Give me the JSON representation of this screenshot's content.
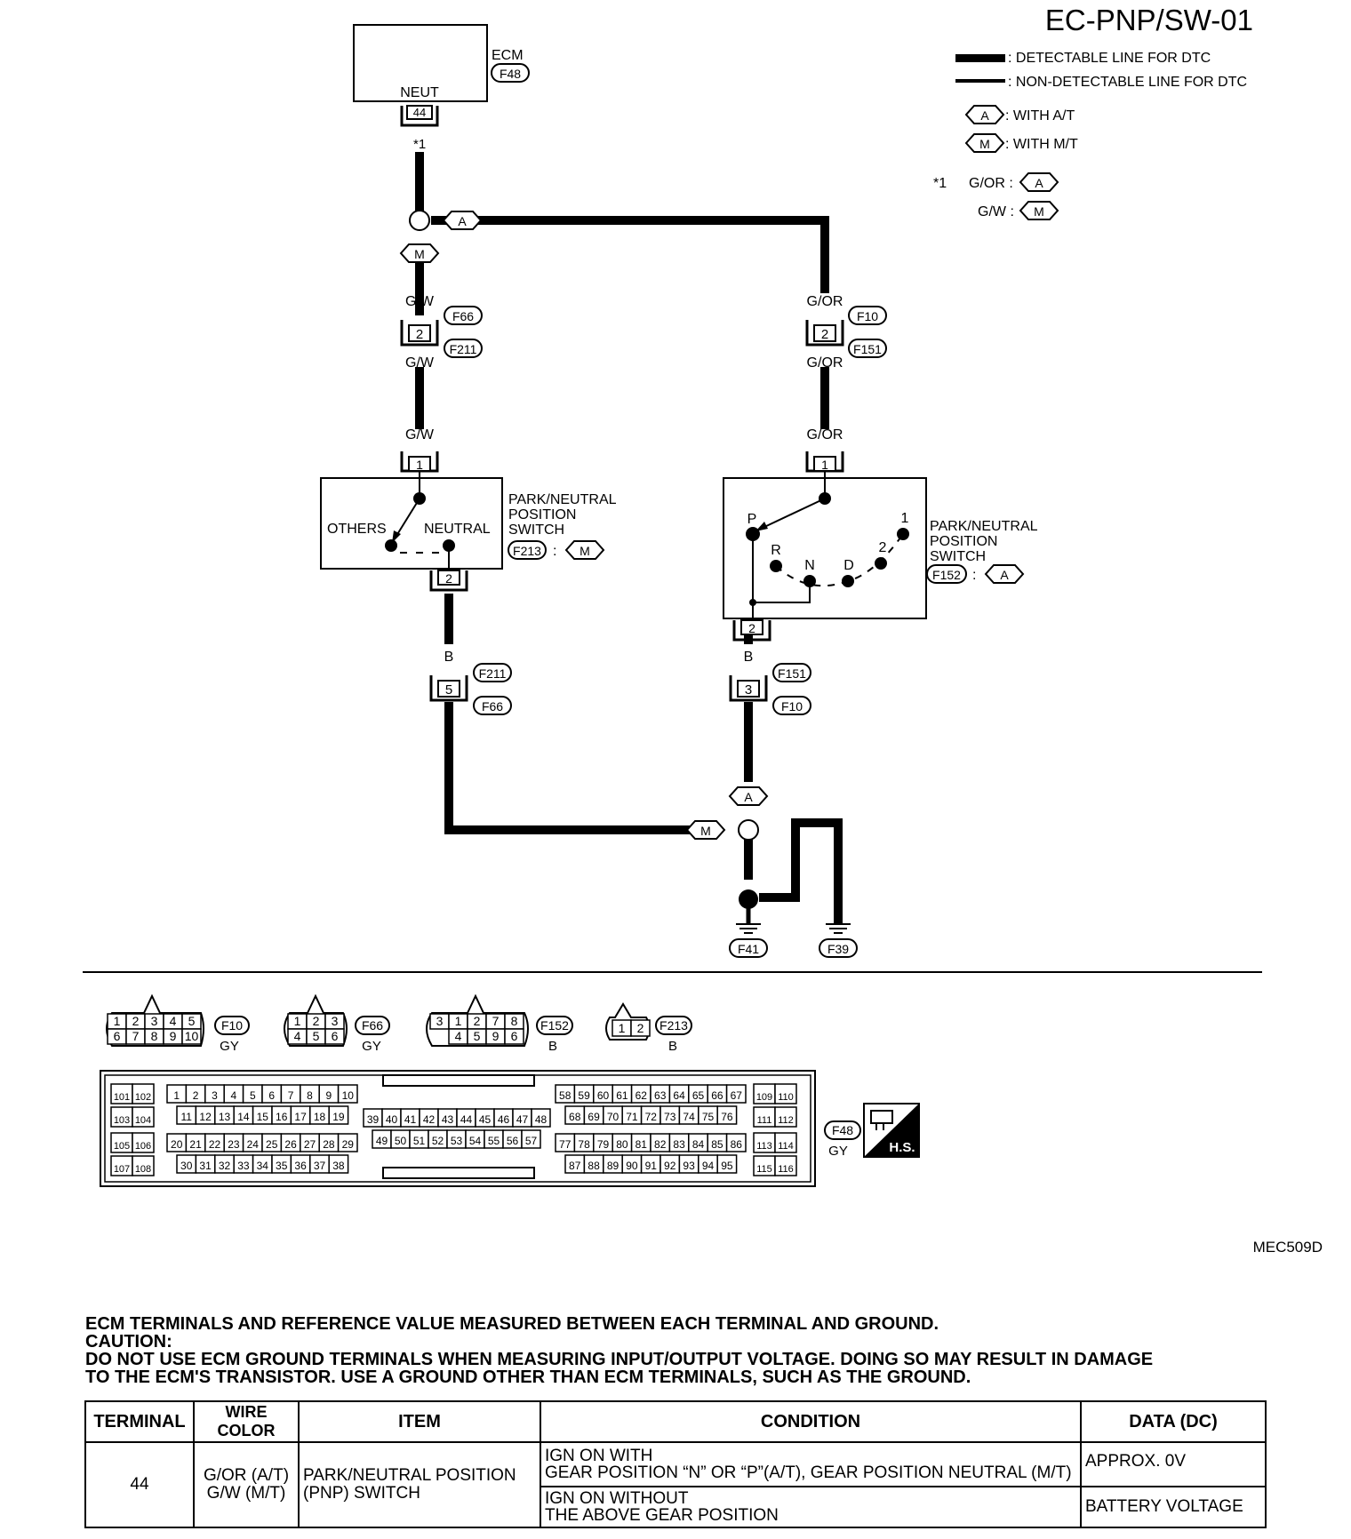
{
  "diagram": {
    "title": "EC-PNP/SW-01",
    "legend": {
      "detectable": ": DETECTABLE LINE FOR DTC",
      "non_detectable": ": NON-DETECTABLE LINE FOR DTC",
      "with_at_tag": "A",
      "with_at": ": WITH A/T",
      "with_mt_tag": "M",
      "with_mt": ": WITH M/T",
      "note_mark": "*1",
      "note_at": "G/OR :",
      "note_mt": "G/W :"
    },
    "ecm": {
      "label": "ECM",
      "connector": "F48",
      "pin_label": "NEUT",
      "pin": "44",
      "note": "*1"
    },
    "tags": {
      "a": "A",
      "m": "M"
    },
    "left": {
      "wire_gw": "G/W",
      "wire_b": "B",
      "conn_upper": "F66",
      "conn_upper2": "F211",
      "pin_upper": "2",
      "pin_switch_in": "1",
      "pin_switch_out": "2",
      "conn_lower": "F211",
      "conn_lower2": "F66",
      "pin_lower": "5",
      "switch_others": "OTHERS",
      "switch_neutral": "NEUTRAL",
      "switch_name_1": "PARK/NEUTRAL",
      "switch_name_2": "POSITION",
      "switch_name_3": "SWITCH",
      "switch_conn": "F213",
      "colon": ":"
    },
    "right": {
      "wire_gor": "G/OR",
      "wire_b": "B",
      "conn_upper": "F10",
      "conn_upper2": "F151",
      "pin_upper": "2",
      "pin_switch_in": "1",
      "pin_switch_out": "2",
      "conn_lower": "F151",
      "conn_lower2": "F10",
      "pin_lower": "3",
      "positions": {
        "p": "P",
        "r": "R",
        "n": "N",
        "d": "D",
        "two": "2",
        "one": "1"
      },
      "switch_name_1": "PARK/NEUTRAL",
      "switch_name_2": "POSITION",
      "switch_name_3": "SWITCH",
      "switch_conn": "F152",
      "colon": ":"
    },
    "ground": {
      "wire_b": "B",
      "gnd1": "F41",
      "gnd2": "F39"
    },
    "connectors": [
      {
        "id": "F10",
        "color": "GY",
        "row1": [
          "1",
          "2",
          "3",
          "4",
          "5"
        ],
        "row2": [
          "6",
          "7",
          "8",
          "9",
          "10"
        ]
      },
      {
        "id": "F66",
        "color": "GY",
        "row1": [
          "1",
          "2",
          "3"
        ],
        "row2": [
          "4",
          "5",
          "6"
        ]
      },
      {
        "id": "F152",
        "color": "B",
        "row1": [
          "3",
          "1",
          "2",
          "7",
          "8"
        ],
        "row2": [
          "4",
          "5",
          "9",
          "6"
        ]
      },
      {
        "id": "F213",
        "color": "B",
        "row1": [
          "1",
          "2"
        ]
      }
    ],
    "ecm_connector": {
      "id": "F48",
      "color": "GY",
      "hs_label": "H.S."
    },
    "figure_code": "MEC509D"
  },
  "info": {
    "heading": "ECM TERMINALS AND REFERENCE VALUE MEASURED BETWEEN EACH TERMINAL AND GROUND.",
    "caution_label": "CAUTION:",
    "caution_line1": "DO NOT USE ECM GROUND TERMINALS WHEN MEASURING INPUT/OUTPUT VOLTAGE. DOING SO MAY RESULT IN DAMAGE",
    "caution_line2": "TO THE ECM'S TRANSISTOR. USE A GROUND OTHER THAN ECM TERMINALS, SUCH AS THE GROUND."
  },
  "table": {
    "headers": {
      "terminal": "TERMINAL",
      "wire_color": "WIRE COLOR",
      "item": "ITEM",
      "condition": "CONDITION",
      "data": "DATA (DC)"
    },
    "row": {
      "terminal": "44",
      "wire_at": "G/OR (A/T)",
      "wire_mt": "G/W (M/T)",
      "item_1": "PARK/NEUTRAL POSITION",
      "item_2": "(PNP) SWITCH",
      "cond1_1": "IGN ON WITH",
      "cond1_2": "GEAR POSITION “N” OR “P”(A/T), GEAR POSITION NEUTRAL (M/T)",
      "data1": "APPROX. 0V",
      "cond2_1": "IGN ON WITHOUT",
      "cond2_2": "THE ABOVE GEAR POSITION",
      "data2": "BATTERY VOLTAGE"
    }
  }
}
